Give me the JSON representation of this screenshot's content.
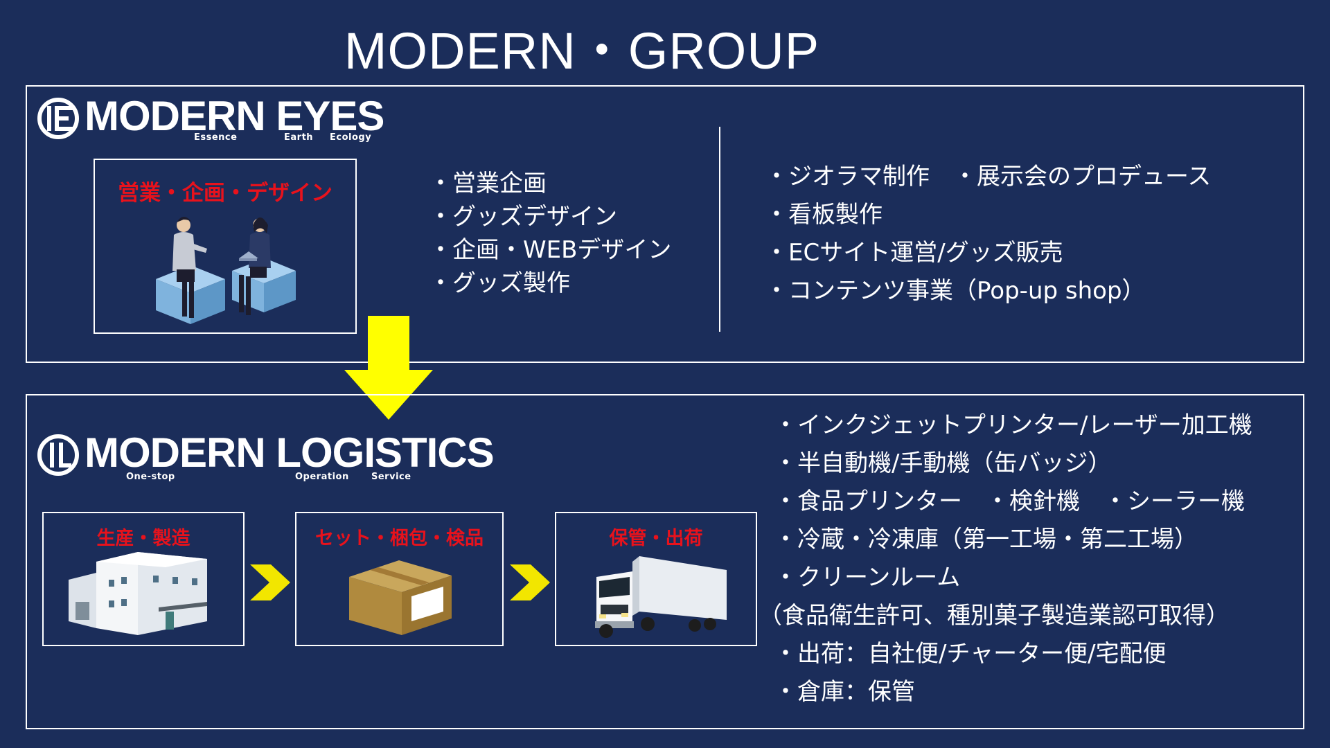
{
  "header": {
    "title": "MODERN・GROUP"
  },
  "eyes": {
    "logo_text": "MODERN EYES",
    "logo_subs": [
      "Essence",
      "Earth",
      "Ecology"
    ],
    "box_label": "営業・企画・デザイン",
    "list_left": [
      "営業企画",
      "グッズデザイン",
      "企画・WEBデザイン",
      "グッズ製作"
    ],
    "list_right": [
      "ジオラマ制作　・展示会のプロデュース",
      "看板製作",
      "ECサイト運営/グッズ販売",
      "コンテンツ事業（Pop-up shop）"
    ]
  },
  "logistics": {
    "logo_text": "MODERN LOGISTICS",
    "logo_subs": [
      "One-stop",
      "Operation",
      "Service"
    ],
    "steps": [
      "生産・製造",
      "セット・梱包・検品",
      "保管・出荷"
    ],
    "list": [
      "インクジェットプリンター/レーザー加工機",
      "半自動機/手動機（缶バッジ）",
      "食品プリンター　・検針機　・シーラー機",
      "冷蔵・冷凍庫（第一工場・第二工場）",
      "クリーンルーム",
      "（食品衛生許可、種別菓子製造業認可取得）",
      "出荷：自社便/チャーター便/宅配便",
      "倉庫：保管"
    ]
  },
  "colors": {
    "background": "#1b2d5a",
    "accent_red": "#e8121c",
    "arrow_yellow": "#ffff00",
    "chevron_yellow": "#f2e600"
  },
  "icons": [
    "modern-eyes-logo-icon",
    "modern-logistics-logo-icon",
    "business-meeting-illustration",
    "factory-illustration",
    "cardboard-box-illustration",
    "truck-illustration",
    "down-arrow-icon",
    "chevron-right-icon"
  ]
}
